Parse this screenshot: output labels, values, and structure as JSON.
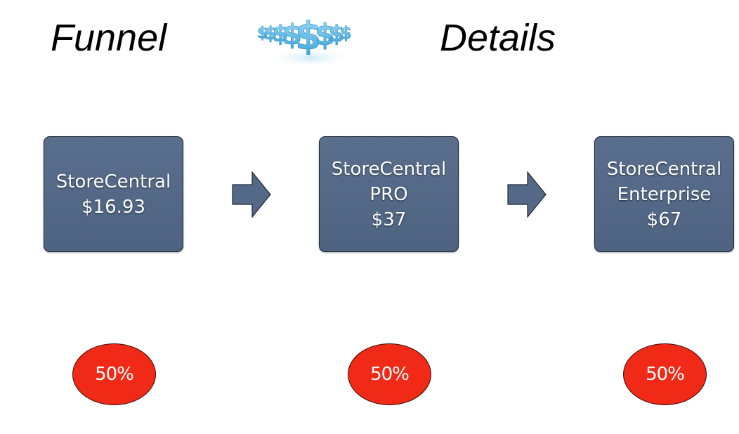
{
  "header": {
    "title_left": "Funnel",
    "title_right": "Details",
    "logo_icon": "dollar-signs-icon"
  },
  "funnel": {
    "steps": [
      {
        "lines": [
          "StoreCentral",
          "$16.93"
        ],
        "rate": "50%"
      },
      {
        "lines": [
          "StoreCentral",
          "PRO",
          "$37"
        ],
        "rate": "50%"
      },
      {
        "lines": [
          "StoreCentral",
          "Enterprise",
          "$67"
        ],
        "rate": "50%"
      }
    ],
    "connector_icon": "arrow-right-icon"
  },
  "colors": {
    "box_fill": "#546987",
    "badge_fill": "#f02a17",
    "arrow_fill": "#546987"
  }
}
